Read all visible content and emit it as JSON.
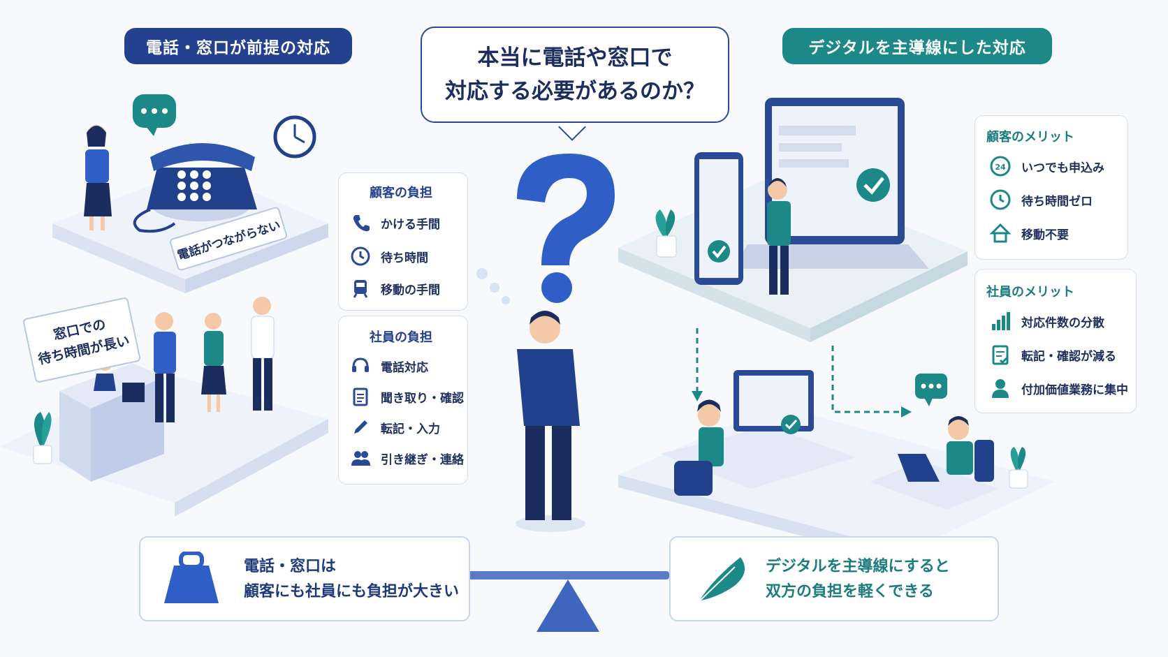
{
  "left_header": "電話・窓口が前提の対応",
  "right_header": "デジタルを主導線にした対応",
  "question": {
    "line1": "本当に電話や窓口で",
    "line2": "対応する必要があるのか？"
  },
  "phone_sign": "電話がつながらない",
  "counter_sign": {
    "line1": "窓口での",
    "line2": "待ち時間が長い"
  },
  "customer_burden": {
    "title": "顧客の負担",
    "items": [
      {
        "label": "かける手間",
        "icon": "phone-icon"
      },
      {
        "label": "待ち時間",
        "icon": "clock-icon"
      },
      {
        "label": "移動の手間",
        "icon": "train-icon"
      }
    ]
  },
  "staff_burden": {
    "title": "社員の負担",
    "items": [
      {
        "label": "電話対応",
        "icon": "headset-icon"
      },
      {
        "label": "聞き取り・確認",
        "icon": "clipboard-icon"
      },
      {
        "label": "転記・入力",
        "icon": "pencil-icon"
      },
      {
        "label": "引き継ぎ・連絡",
        "icon": "people-icon"
      }
    ]
  },
  "customer_merit": {
    "title": "顧客のメリット",
    "items": [
      {
        "label": "いつでも申込み",
        "icon": "24h-icon"
      },
      {
        "label": "待ち時間ゼロ",
        "icon": "clock-icon"
      },
      {
        "label": "移動不要",
        "icon": "home-icon"
      }
    ]
  },
  "staff_merit": {
    "title": "社員のメリット",
    "items": [
      {
        "label": "対応件数の分散",
        "icon": "bar-chart-icon"
      },
      {
        "label": "転記・確認が減る",
        "icon": "checklist-icon"
      },
      {
        "label": "付加価値業務に集中",
        "icon": "person-icon"
      }
    ]
  },
  "bottom_left": {
    "line1": "電話・窓口は",
    "line2": "顧客にも社員にも負担が大きい"
  },
  "bottom_right": {
    "line1": "デジタルを主導線にすると",
    "line2": "双方の負担を軽くできる"
  },
  "badge_24": "24",
  "colors": {
    "navy": "#24418f",
    "teal": "#1c8888",
    "blue": "#2f5fc6"
  }
}
